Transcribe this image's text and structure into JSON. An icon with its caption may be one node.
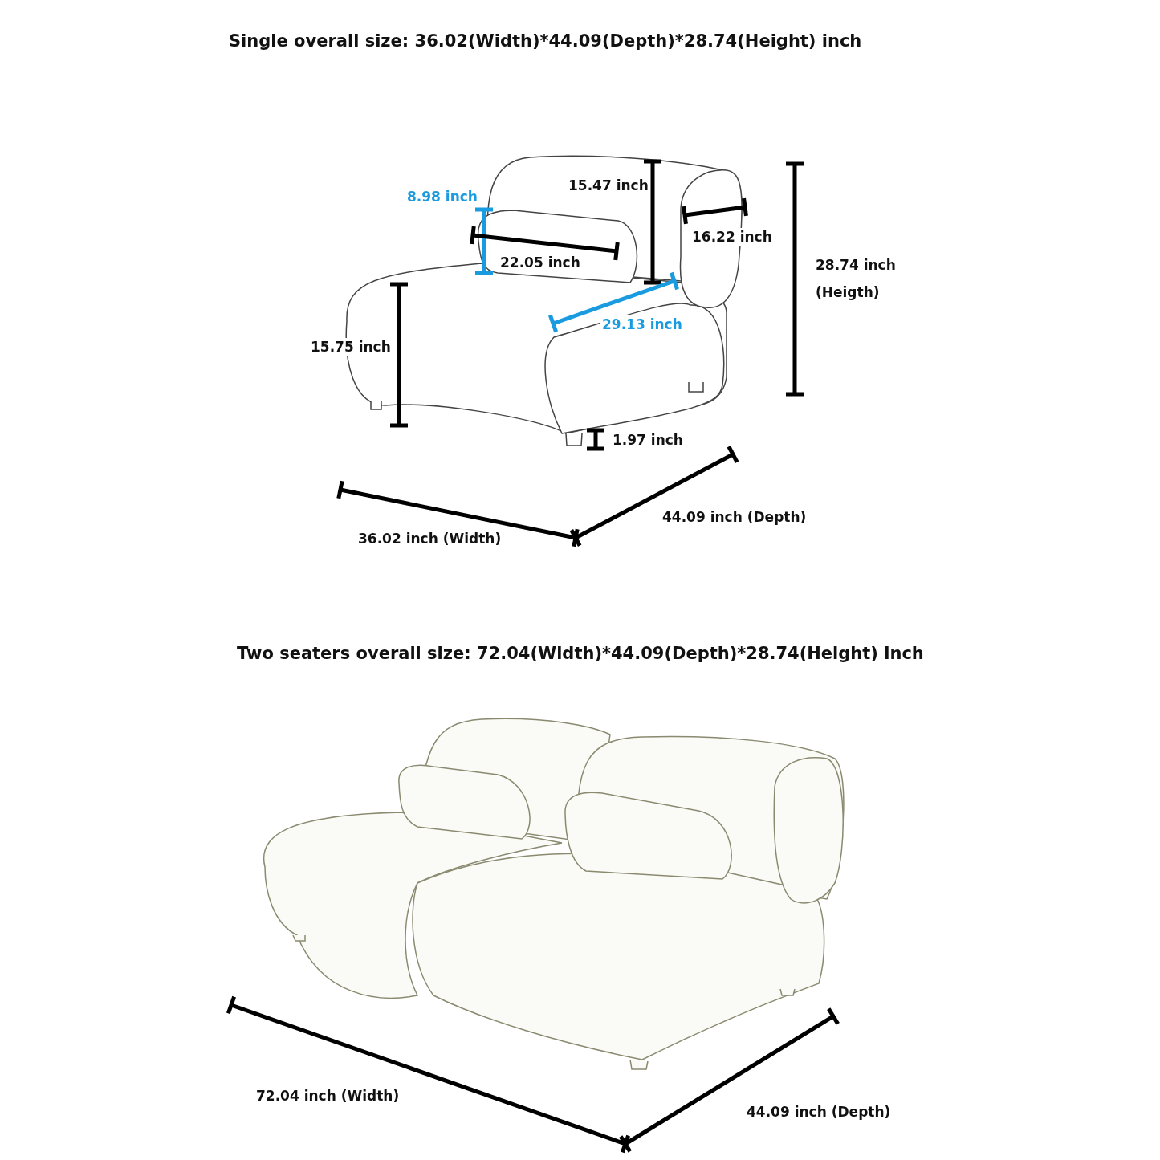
{
  "diagram": {
    "labels": [
      "Single overall size: 36.02(Width)*44.09(Depth)*28.74(Height) inch",
      "15.47 inch",
      "8.98 inch",
      "16.22 inch",
      "22.05 inch",
      "28.74 inch (Heigth)",
      "29.13 inch",
      "15.75 inch",
      "1.97 inch",
      "44.09 inch (Depth)",
      "36.02 inch (Width)",
      "Two seaters overall size: 72.04(Width)*44.09(Depth)*28.74(Height) inch",
      "72.04 inch (Width)",
      "44.09 inch (Depth)"
    ]
  }
}
